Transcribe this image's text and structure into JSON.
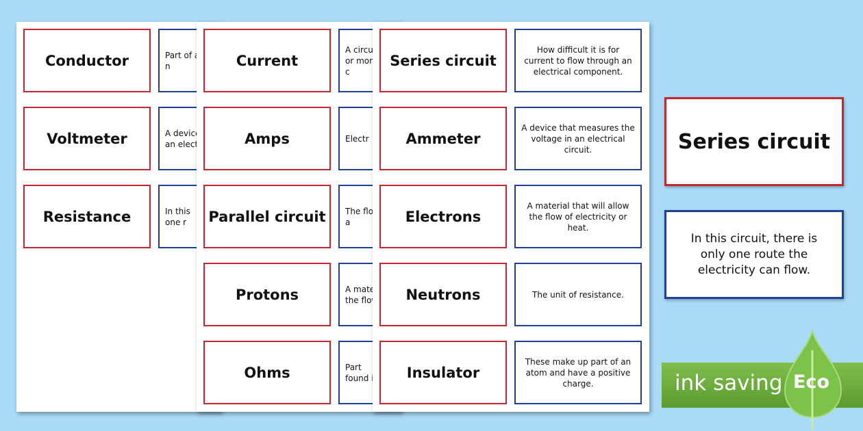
{
  "sheet1": {
    "terms": [
      "Conductor",
      "Voltmeter",
      "Resistance"
    ],
    "defs": [
      "Part of a\nn",
      "A device\nan elect",
      "In this\none r"
    ]
  },
  "sheet2": {
    "terms": [
      "Current",
      "Amps",
      "Parallel circuit",
      "Protons",
      "Ohms"
    ],
    "defs": [
      "A circu\nor more\nc",
      "Electr",
      "The flo\na",
      "A mater\nthe flow",
      "Part\nfound i"
    ]
  },
  "sheet3": {
    "terms": [
      "Series circuit",
      "Ammeter",
      "Electrons",
      "Neutrons",
      "Insulator"
    ],
    "defs": [
      "How difficult it is for current to flow through an electrical component.",
      "A device that measures the voltage in an electrical circuit.",
      "A material that will allow the flow of electricity or heat.",
      "The unit of resistance.",
      "These make up part of an atom and have a positive charge."
    ]
  },
  "featured": {
    "term": "Series circuit",
    "definition": "In this circuit, there is only one route the electricity can flow."
  },
  "badge": {
    "text": "ink saving",
    "eco": "Eco"
  },
  "colors": {
    "background": "#a9dbf7",
    "term_border": "#c4272f",
    "definition_border": "#1f3f9a",
    "badge_green": "#6aab3a"
  }
}
